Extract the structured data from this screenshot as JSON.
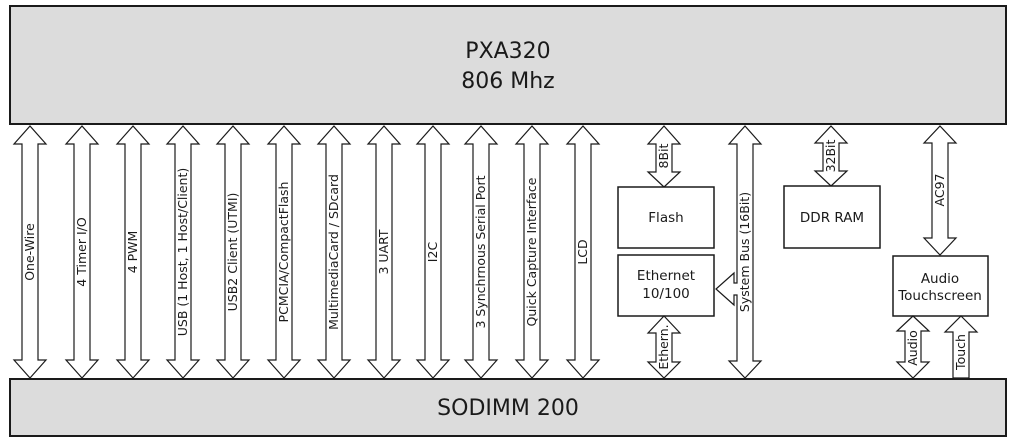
{
  "cpu": {
    "line1": "PXA320",
    "line2": "806 Mhz"
  },
  "base": {
    "label": "SODIMM 200"
  },
  "interfaces": [
    "One-Wire",
    "4 Timer I/O",
    "4 PWM",
    "USB (1 Host, 1 Host/Client)",
    "USB2 Client (UTMI)",
    "PCMCIA/CompactFlash",
    "MultimediaCard / SDcard",
    "3 UART",
    "I2C",
    "3 Synchrnous Serial Port",
    "Quick Capture Interface",
    "LCD"
  ],
  "memory": {
    "flash": "Flash",
    "flash_bus": "8Bit",
    "ethernet_line1": "Ethernet",
    "ethernet_line2": "10/100",
    "ethernet_bus": "Ethern.",
    "system_bus": "System Bus (16Bit)",
    "ddr": "DDR RAM",
    "ddr_bus": "32Bit"
  },
  "audio": {
    "codec_line1": "Audio",
    "codec_line2": "Touchscreen",
    "ac97": "AC97",
    "audio_link": "Audio",
    "touch_link": "Touch"
  }
}
